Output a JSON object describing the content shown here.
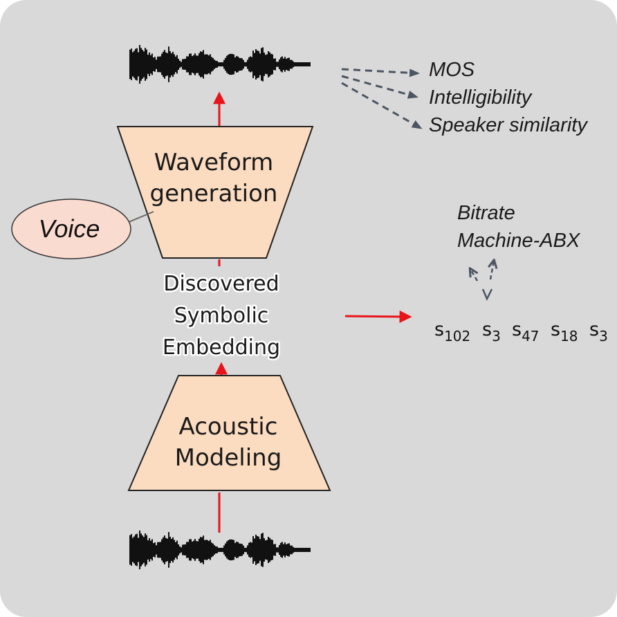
{
  "diagram": {
    "waveform_generation": {
      "line1": "Waveform",
      "line2": "generation"
    },
    "acoustic_modeling": {
      "line1": "Acoustic",
      "line2": "Modeling"
    },
    "embedding": {
      "line1": "Discovered",
      "line2": "Symbolic",
      "line3": "Embedding"
    },
    "voice": "Voice",
    "output_metrics": [
      "MOS",
      "Intelligibility",
      "Speaker similarity"
    ],
    "embedding_metrics": [
      "Bitrate",
      "Machine-ABX"
    ],
    "symbols": [
      {
        "base": "s",
        "sub": "102"
      },
      {
        "base": "s",
        "sub": "3"
      },
      {
        "base": "s",
        "sub": "47"
      },
      {
        "base": "s",
        "sub": "18"
      },
      {
        "base": "s",
        "sub": "3"
      }
    ],
    "colors": {
      "background": "#d9d9d9",
      "trapezoid_fill": "#fbdcc0",
      "voice_fill": "#fadbd0",
      "arrow_red": "#e8141a",
      "dashed_arrow": "#4b5563"
    },
    "icons": [
      "waveform-icon",
      "waveform-icon"
    ]
  }
}
